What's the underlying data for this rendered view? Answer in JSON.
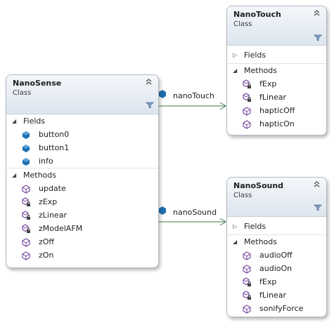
{
  "classes": {
    "nanosense": {
      "name": "NanoSense",
      "kind": "Class",
      "fields_label": "Fields",
      "fields": [
        "button0",
        "button1",
        "info"
      ],
      "methods_label": "Methods",
      "methods": [
        "update",
        "zExp",
        "zLinear",
        "zModelAFM",
        "zOff",
        "zOn"
      ]
    },
    "nanotouch": {
      "name": "NanoTouch",
      "kind": "Class",
      "properties_label": "Fields",
      "methods_label": "Methods",
      "methods": [
        "fExp",
        "fLinear",
        "hapticOff",
        "hapticOn"
      ]
    },
    "nanosound": {
      "name": "NanoSound",
      "kind": "Class",
      "fields_label": "Fields",
      "methods_label": "Methods",
      "methods": [
        "audioOff",
        "audioOn",
        "fExp",
        "fLinear",
        "sonifyForce"
      ]
    }
  },
  "associations": {
    "to_touch": "nanoTouch",
    "to_sound": "nanoSound"
  },
  "colors": {
    "connector": "#3d7a4a",
    "method_icon": "#7b4ea3",
    "field_icon": "#1f6fb0"
  },
  "icons": {
    "collapse": "double-chevron-up-icon",
    "filter": "filter-funnel-icon",
    "method": "method-cube-icon",
    "private_method": "private-method-lock-icon",
    "field": "field-icon"
  }
}
